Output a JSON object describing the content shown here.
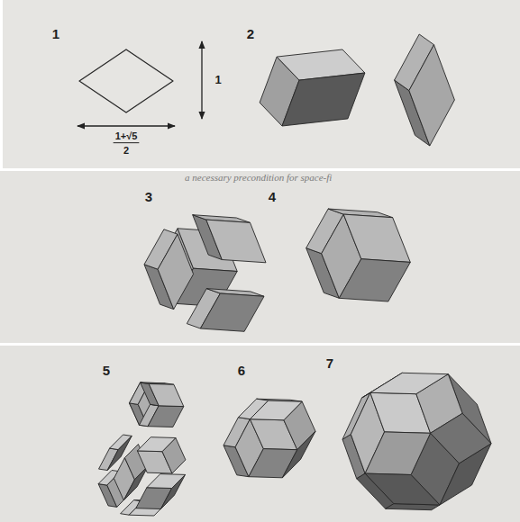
{
  "diagram": {
    "labels": [
      "1",
      "1",
      "1+√5",
      "2",
      "2",
      "a necessary precondition for space-fi",
      "3",
      "4",
      "5",
      "6",
      "7"
    ]
  }
}
